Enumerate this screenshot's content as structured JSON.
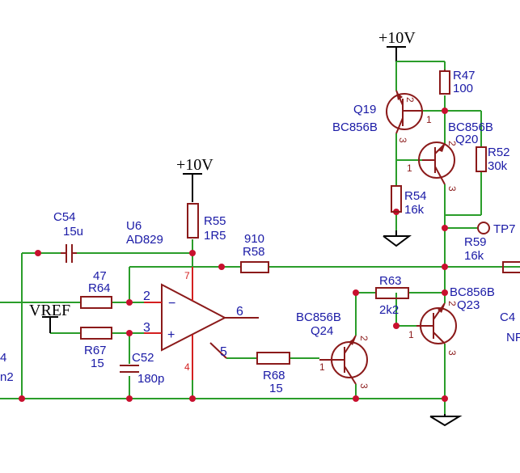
{
  "power": {
    "top1": "+10V",
    "top2": "+10V",
    "vref": "VREF"
  },
  "opamp": {
    "ref": "U6",
    "value": "AD829",
    "pin_minus": "2",
    "pin_plus": "3",
    "pin_out": "6",
    "pin_comp": "5",
    "pin_vp": "7",
    "pin_vn": "4",
    "minus": "−",
    "plus": "+"
  },
  "resistors": {
    "r47": {
      "ref": "R47",
      "value": "100"
    },
    "r52": {
      "ref": "R52",
      "value": "30k"
    },
    "r54": {
      "ref": "R54",
      "value": "16k"
    },
    "r55": {
      "ref": "R55",
      "value": "1R5"
    },
    "r58": {
      "ref": "R58",
      "value": "910"
    },
    "r59": {
      "ref": "R59",
      "value": "16k"
    },
    "r63": {
      "ref": "R63",
      "value": "2k2"
    },
    "r64": {
      "ref": "R64",
      "value": "47"
    },
    "r67": {
      "ref": "R67",
      "value": "15"
    },
    "r68": {
      "ref": "R68",
      "value": "15"
    }
  },
  "capacitors": {
    "c54": {
      "ref": "C54",
      "value": "15u"
    },
    "c52": {
      "ref": "C52",
      "value": "180p"
    },
    "c4x": {
      "ref": "C4",
      "value": "NF"
    }
  },
  "transistors": {
    "q19": {
      "ref": "Q19",
      "value": "BC856B",
      "p1": "1",
      "p2": "2",
      "p3": "3"
    },
    "q20": {
      "ref": "Q20",
      "value": "BC856B",
      "p1": "1",
      "p2": "2",
      "p3": "3"
    },
    "q23": {
      "ref": "Q23",
      "value": "BC856B",
      "p1": "1",
      "p2": "2",
      "p3": "3"
    },
    "q24": {
      "ref": "Q24",
      "value": "BC856B",
      "p1": "1",
      "p2": "2",
      "p3": "3"
    }
  },
  "testpoint": {
    "label": "TP7"
  },
  "edge_left": {
    "a": "4",
    "b": "n2"
  }
}
